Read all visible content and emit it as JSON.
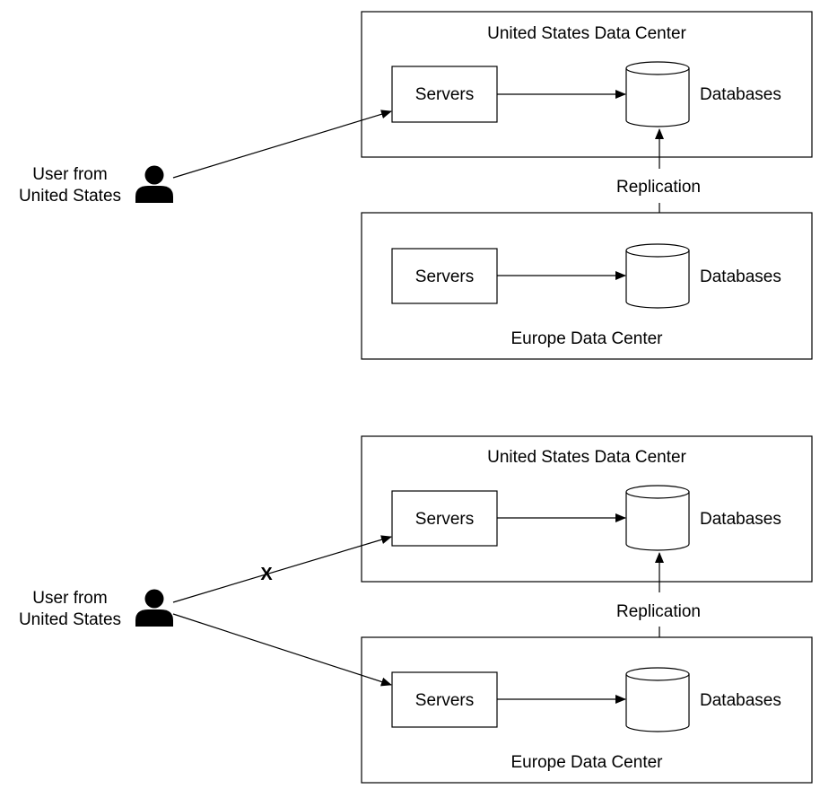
{
  "colors": {
    "stroke": "#000000",
    "person": "#000000",
    "failure_mark": "#e0402e"
  },
  "diagram_top": {
    "user_label_line1": "User from",
    "user_label_line2": "United States",
    "user_icon": "person-icon",
    "us_dc": {
      "title": "United States Data Center",
      "servers": "Servers",
      "databases": "Databases",
      "db_icon": "database-cylinder-icon"
    },
    "replication": "Replication",
    "eu_dc": {
      "title": "Europe Data Center",
      "servers": "Servers",
      "databases": "Databases",
      "db_icon": "database-cylinder-icon"
    }
  },
  "diagram_bottom": {
    "user_label_line1": "User from",
    "user_label_line2": "United States",
    "user_icon": "person-icon",
    "failure_mark": "X",
    "us_dc": {
      "title": "United States Data Center",
      "servers": "Servers",
      "databases": "Databases",
      "db_icon": "database-cylinder-icon"
    },
    "replication": "Replication",
    "eu_dc": {
      "title": "Europe Data Center",
      "servers": "Servers",
      "databases": "Databases",
      "db_icon": "database-cylinder-icon"
    }
  }
}
